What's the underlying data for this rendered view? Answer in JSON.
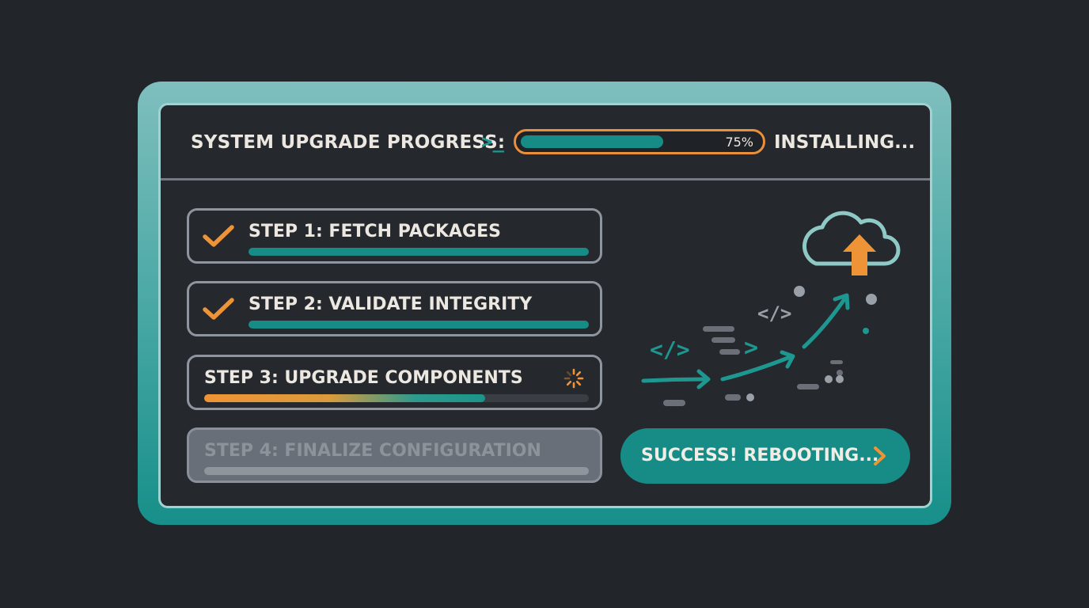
{
  "header": {
    "title": "SYSTEM UPGRADE PROGRESS:",
    "prompt_symbol": ">_",
    "progress_fraction": 0.75,
    "progress_label": "75%",
    "status": "INSTALLING..."
  },
  "steps": [
    {
      "label": "STEP 1: FETCH PACKAGES",
      "state": "complete",
      "progress_fraction": 1.0
    },
    {
      "label": "STEP 2: VALIDATE INTEGRITY",
      "state": "complete",
      "progress_fraction": 1.0
    },
    {
      "label": "STEP 3: UPGRADE COMPONENTS",
      "state": "in-progress",
      "progress_fraction": 0.73
    },
    {
      "label": "STEP 4: FINALIZE CONFIGURATION",
      "state": "pending",
      "progress_fraction": 0
    }
  ],
  "action": {
    "label": "SUCCESS! REBOOTING...",
    "icon": "chevron-right-icon"
  },
  "illustration": {
    "icons": [
      "cloud-upload-icon",
      "code-tag-icon",
      "arrow-icon",
      "loading-spinner-icon",
      "checkmark-icon"
    ]
  },
  "colors": {
    "accent_teal": "#178c86",
    "accent_orange": "#ef9436",
    "background": "#22252a",
    "text": "#ece8e1"
  }
}
